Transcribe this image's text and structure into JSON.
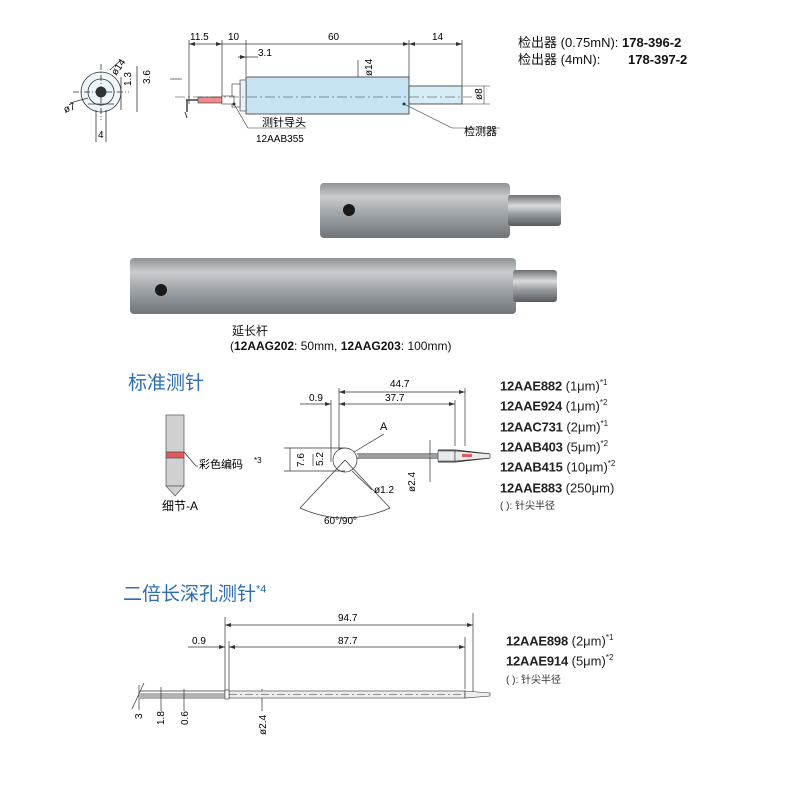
{
  "detector": {
    "lines": [
      {
        "name": "检出器 (0.75mN):",
        "code": "178-396-2"
      },
      {
        "name": "检出器 (4mN):",
        "code": "178-397-2"
      }
    ],
    "labels": {
      "probe_guide": "测针导头",
      "guide_code": "12AAB355",
      "detector": "检测器"
    },
    "dims": {
      "d11_5": "11.5",
      "d10": "10",
      "d3_1": "3.1",
      "d60": "60",
      "d14": "14",
      "dia14": "ø14",
      "dia8": "ø8",
      "d3_6": "3.6",
      "d1_3": "1.3",
      "dia14_end": "ø14",
      "dia7": "ø7",
      "d4": "4"
    }
  },
  "extension": {
    "caption": "延长杆",
    "specs": [
      {
        "code": "12AAG202",
        "length": ": 50mm, "
      },
      {
        "code": "12AAG203",
        "length": ": 100mm)"
      }
    ]
  },
  "standard_stylus": {
    "heading": "标准测针",
    "color_code": "彩色编码",
    "color_code_sup": "*3",
    "detail": "细节-A",
    "detail_mark": "A",
    "dims": {
      "d44_7": "44.7",
      "d37_7": "37.7",
      "d0_9": "0.9",
      "d7_6": "7.6",
      "d5_2": "5.2",
      "dia1_2": "ø1.2",
      "dia2_4": "ø2.4",
      "angle": "60°/90°"
    },
    "codes": [
      {
        "code": "12AAE882",
        "radius": " (1μm)",
        "sup": "*1"
      },
      {
        "code": "12AAE924",
        "radius": " (1μm)",
        "sup": "*2"
      },
      {
        "code": "12AAC731",
        "radius": " (2μm)",
        "sup": "*1"
      },
      {
        "code": "12AAB403",
        "radius": " (5μm)",
        "sup": "*2"
      },
      {
        "code": "12AAB415",
        "radius": " (10μm)",
        "sup": "*2"
      },
      {
        "code": "12AAE883",
        "radius": " (250μm)",
        "sup": ""
      }
    ],
    "note": "(   ): 针尖半径"
  },
  "deep_hole_stylus": {
    "heading": "二倍长深孔测针",
    "heading_sup": "*4",
    "dims": {
      "d94_7": "94.7",
      "d87_7": "87.7",
      "d0_9": "0.9",
      "d3": "3",
      "d1_8": "1.8",
      "d0_6": "0.6",
      "dia2_4": "ø2.4"
    },
    "codes": [
      {
        "code": "12AAE898",
        "radius": " (2μm)",
        "sup": "*1"
      },
      {
        "code": "12AAE914",
        "radius": " (5μm)",
        "sup": "*2"
      }
    ],
    "note": "(   ): 针尖半径"
  }
}
